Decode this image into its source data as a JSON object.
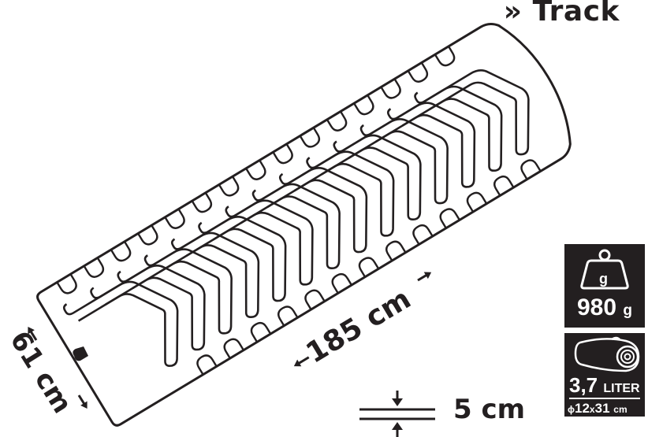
{
  "header": {
    "title": "» Track"
  },
  "product": {
    "name": "Track",
    "type": "sleeping-pad-diagram",
    "chevron_count": 16
  },
  "dimensions": {
    "length_label": "185 cm",
    "width_label": "61 cm",
    "thickness_label": "5 cm"
  },
  "specs": {
    "weight": {
      "icon": "weight-icon",
      "icon_label": "g",
      "value": "980",
      "unit": "g"
    },
    "packed": {
      "icon": "rolled-mat-icon",
      "volume_value": "3,7",
      "volume_unit": "LITER",
      "size_prefix": "ϕ",
      "size_value": "12",
      "size_sep": "x",
      "size_value2": "31",
      "size_unit": "cm"
    }
  },
  "colors": {
    "ink": "#231f20",
    "background": "#ffffff"
  }
}
